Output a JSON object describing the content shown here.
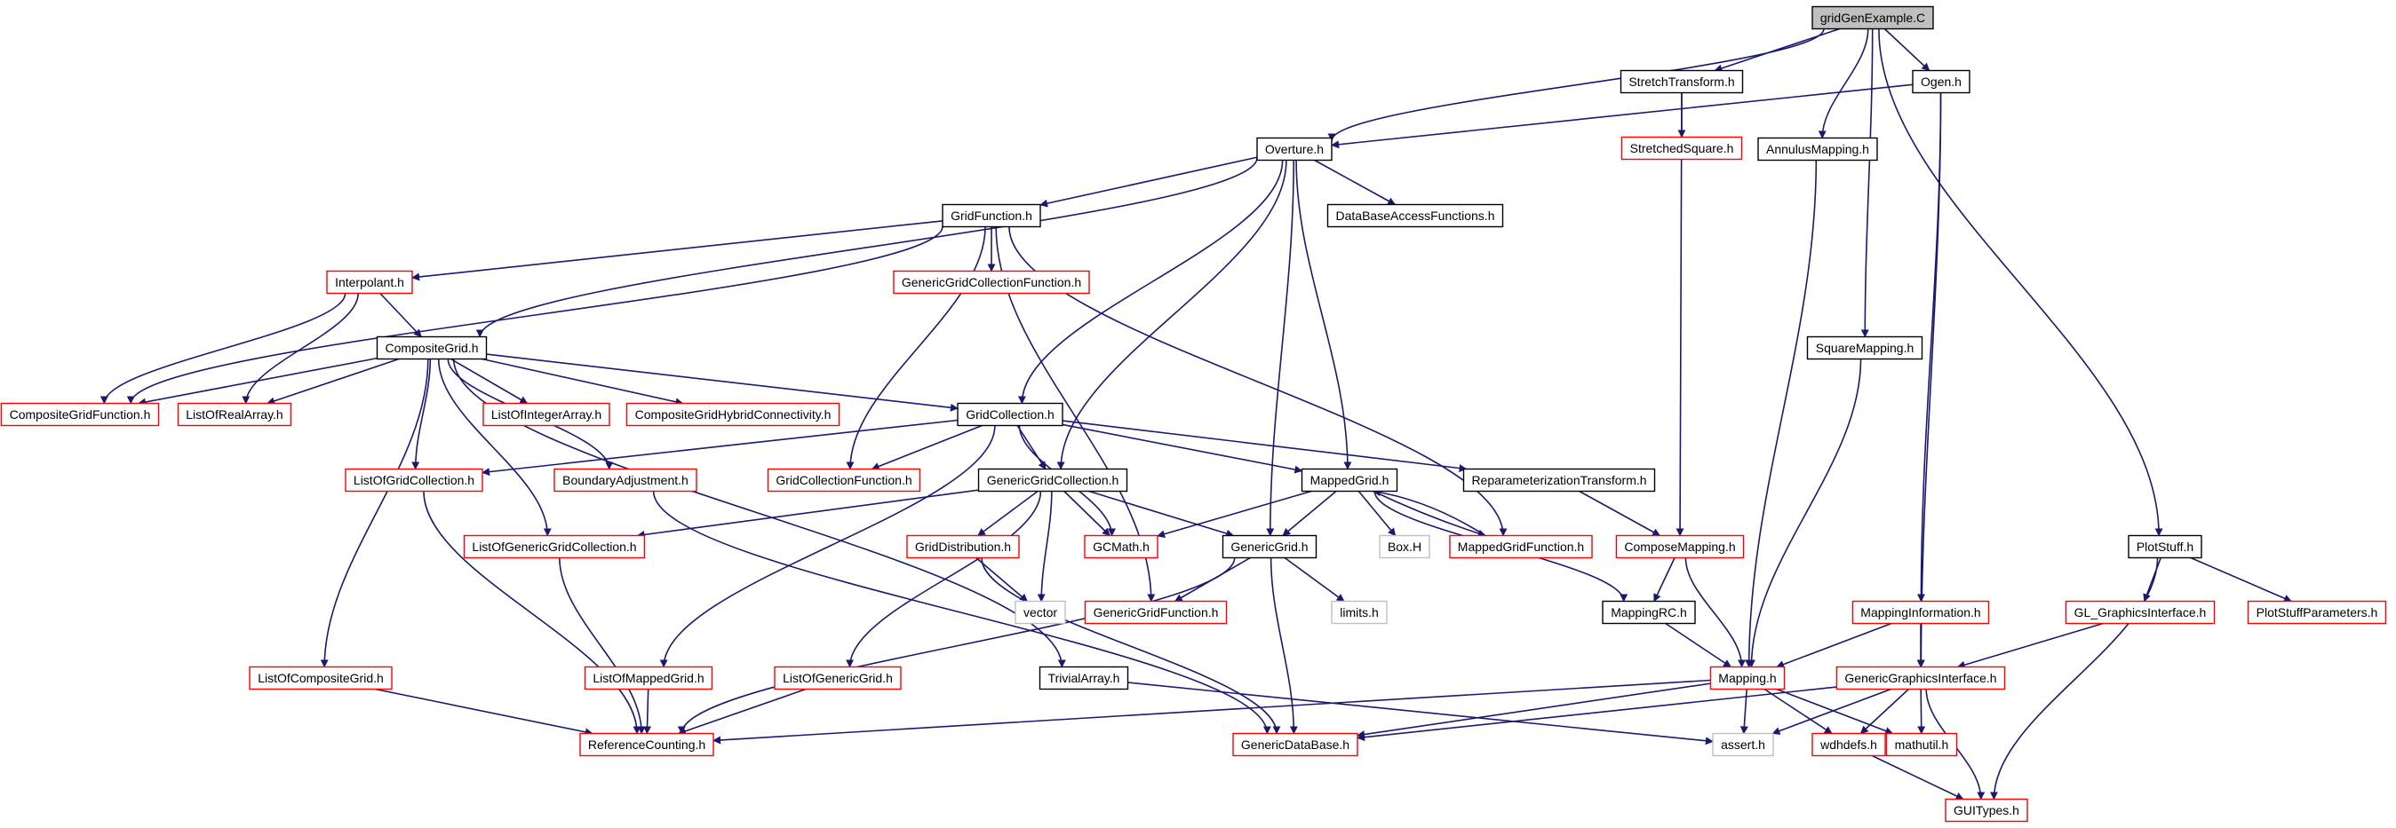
{
  "graph": {
    "colors": {
      "edge": "#191970",
      "root_fill": "#bfbfbf",
      "documented_border": "#000000",
      "undocumented_border": "#ff0000",
      "external_border": "#bfbfbf",
      "text": "#000000"
    },
    "nodes": [
      {
        "id": "gridGenExample",
        "label": "gridGenExample.C",
        "kind": "root"
      },
      {
        "id": "StretchTransform",
        "label": "StretchTransform.h",
        "kind": "documented"
      },
      {
        "id": "Ogen",
        "label": "Ogen.h",
        "kind": "documented"
      },
      {
        "id": "StretchedSquare",
        "label": "StretchedSquare.h",
        "kind": "undocumented"
      },
      {
        "id": "Overture",
        "label": "Overture.h",
        "kind": "documented"
      },
      {
        "id": "AnnulusMapping",
        "label": "AnnulusMapping.h",
        "kind": "documented"
      },
      {
        "id": "GridFunction",
        "label": "GridFunction.h",
        "kind": "documented"
      },
      {
        "id": "DataBaseAccessFunctions",
        "label": "DataBaseAccessFunctions.h",
        "kind": "documented"
      },
      {
        "id": "Interpolant",
        "label": "Interpolant.h",
        "kind": "undocumented"
      },
      {
        "id": "GenericGridCollectionFunction",
        "label": "GenericGridCollectionFunction.h",
        "kind": "undocumented"
      },
      {
        "id": "CompositeGrid",
        "label": "CompositeGrid.h",
        "kind": "documented"
      },
      {
        "id": "SquareMapping",
        "label": "SquareMapping.h",
        "kind": "documented"
      },
      {
        "id": "CompositeGridFunction",
        "label": "CompositeGridFunction.h",
        "kind": "undocumented"
      },
      {
        "id": "ListOfRealArray",
        "label": "ListOfRealArray.h",
        "kind": "undocumented"
      },
      {
        "id": "ListOfIntegerArray",
        "label": "ListOfIntegerArray.h",
        "kind": "undocumented"
      },
      {
        "id": "CompositeGridHybridConnectivity",
        "label": "CompositeGridHybridConnectivity.h",
        "kind": "undocumented"
      },
      {
        "id": "GridCollection",
        "label": "GridCollection.h",
        "kind": "documented"
      },
      {
        "id": "ListOfGridCollection",
        "label": "ListOfGridCollection.h",
        "kind": "undocumented"
      },
      {
        "id": "BoundaryAdjustment",
        "label": "BoundaryAdjustment.h",
        "kind": "undocumented"
      },
      {
        "id": "GridCollectionFunction",
        "label": "GridCollectionFunction.h",
        "kind": "undocumented"
      },
      {
        "id": "GenericGridCollection",
        "label": "GenericGridCollection.h",
        "kind": "documented"
      },
      {
        "id": "MappedGrid",
        "label": "MappedGrid.h",
        "kind": "documented"
      },
      {
        "id": "ReparameterizationTransform",
        "label": "ReparameterizationTransform.h",
        "kind": "documented"
      },
      {
        "id": "ListOfGenericGridCollection",
        "label": "ListOfGenericGridCollection.h",
        "kind": "undocumented"
      },
      {
        "id": "GridDistribution",
        "label": "GridDistribution.h",
        "kind": "undocumented"
      },
      {
        "id": "GCMath",
        "label": "GCMath.h",
        "kind": "undocumented"
      },
      {
        "id": "GenericGrid",
        "label": "GenericGrid.h",
        "kind": "documented"
      },
      {
        "id": "BoxH",
        "label": "Box.H",
        "kind": "external"
      },
      {
        "id": "MappedGridFunction",
        "label": "MappedGridFunction.h",
        "kind": "undocumented"
      },
      {
        "id": "ComposeMapping",
        "label": "ComposeMapping.h",
        "kind": "undocumented"
      },
      {
        "id": "PlotStuff",
        "label": "PlotStuff.h",
        "kind": "documented"
      },
      {
        "id": "vector",
        "label": "vector",
        "kind": "external"
      },
      {
        "id": "GenericGridFunction",
        "label": "GenericGridFunction.h",
        "kind": "undocumented"
      },
      {
        "id": "limits",
        "label": "limits.h",
        "kind": "external"
      },
      {
        "id": "MappingRC",
        "label": "MappingRC.h",
        "kind": "documented"
      },
      {
        "id": "MappingInformation",
        "label": "MappingInformation.h",
        "kind": "undocumented"
      },
      {
        "id": "GLGraphicsInterface",
        "label": "GL_GraphicsInterface.h",
        "kind": "undocumented"
      },
      {
        "id": "PlotStuffParameters",
        "label": "PlotStuffParameters.h",
        "kind": "undocumented"
      },
      {
        "id": "ListOfCompositeGrid",
        "label": "ListOfCompositeGrid.h",
        "kind": "undocumented"
      },
      {
        "id": "ListOfMappedGrid",
        "label": "ListOfMappedGrid.h",
        "kind": "undocumented"
      },
      {
        "id": "ListOfGenericGrid",
        "label": "ListOfGenericGrid.h",
        "kind": "undocumented"
      },
      {
        "id": "TrivialArray",
        "label": "TrivialArray.h",
        "kind": "documented"
      },
      {
        "id": "Mapping",
        "label": "Mapping.h",
        "kind": "undocumented"
      },
      {
        "id": "GenericGraphicsInterface",
        "label": "GenericGraphicsInterface.h",
        "kind": "undocumented"
      },
      {
        "id": "ReferenceCounting",
        "label": "ReferenceCounting.h",
        "kind": "undocumented"
      },
      {
        "id": "GenericDataBase",
        "label": "GenericDataBase.h",
        "kind": "undocumented"
      },
      {
        "id": "assert",
        "label": "assert.h",
        "kind": "external"
      },
      {
        "id": "wdhdefs",
        "label": "wdhdefs.h",
        "kind": "undocumented"
      },
      {
        "id": "mathutil",
        "label": "mathutil.h",
        "kind": "undocumented"
      },
      {
        "id": "GUITypes",
        "label": "GUITypes.h",
        "kind": "undocumented"
      }
    ],
    "edges": [
      [
        "gridGenExample",
        "StretchTransform"
      ],
      [
        "gridGenExample",
        "Ogen"
      ],
      [
        "gridGenExample",
        "Overture"
      ],
      [
        "gridGenExample",
        "AnnulusMapping"
      ],
      [
        "gridGenExample",
        "SquareMapping"
      ],
      [
        "gridGenExample",
        "PlotStuff"
      ],
      [
        "StretchTransform",
        "StretchedSquare"
      ],
      [
        "StretchTransform",
        "ComposeMapping"
      ],
      [
        "Ogen",
        "Overture"
      ],
      [
        "Ogen",
        "MappingInformation"
      ],
      [
        "Ogen",
        "GenericGraphicsInterface"
      ],
      [
        "Overture",
        "GridFunction"
      ],
      [
        "Overture",
        "DataBaseAccessFunctions"
      ],
      [
        "Overture",
        "CompositeGrid"
      ],
      [
        "Overture",
        "GridCollection"
      ],
      [
        "Overture",
        "GenericGridCollection"
      ],
      [
        "Overture",
        "MappedGrid"
      ],
      [
        "Overture",
        "GenericGrid"
      ],
      [
        "GridFunction",
        "Interpolant"
      ],
      [
        "GridFunction",
        "GenericGridCollectionFunction"
      ],
      [
        "GridFunction",
        "CompositeGridFunction"
      ],
      [
        "GridFunction",
        "GridCollectionFunction"
      ],
      [
        "GridFunction",
        "MappedGridFunction"
      ],
      [
        "GridFunction",
        "GenericGridFunction"
      ],
      [
        "Interpolant",
        "CompositeGrid"
      ],
      [
        "Interpolant",
        "CompositeGridFunction"
      ],
      [
        "Interpolant",
        "ListOfRealArray"
      ],
      [
        "CompositeGrid",
        "CompositeGridFunction"
      ],
      [
        "CompositeGrid",
        "ListOfRealArray"
      ],
      [
        "CompositeGrid",
        "ListOfIntegerArray"
      ],
      [
        "CompositeGrid",
        "CompositeGridHybridConnectivity"
      ],
      [
        "CompositeGrid",
        "GridCollection"
      ],
      [
        "CompositeGrid",
        "ListOfGridCollection"
      ],
      [
        "CompositeGrid",
        "BoundaryAdjustment"
      ],
      [
        "CompositeGrid",
        "ListOfGenericGridCollection"
      ],
      [
        "CompositeGrid",
        "ListOfCompositeGrid"
      ],
      [
        "CompositeGrid",
        "TrivialArray"
      ],
      [
        "GridCollection",
        "ListOfGridCollection"
      ],
      [
        "GridCollection",
        "GridCollectionFunction"
      ],
      [
        "GridCollection",
        "GenericGridCollection"
      ],
      [
        "GridCollection",
        "GCMath"
      ],
      [
        "GridCollection",
        "MappedGrid"
      ],
      [
        "GridCollection",
        "ReparameterizationTransform"
      ],
      [
        "GridCollection",
        "ListOfMappedGrid"
      ],
      [
        "GenericGridCollection",
        "ListOfGenericGridCollection"
      ],
      [
        "GenericGridCollection",
        "GridDistribution"
      ],
      [
        "GenericGridCollection",
        "GCMath"
      ],
      [
        "GenericGridCollection",
        "vector"
      ],
      [
        "GenericGridCollection",
        "GenericGrid"
      ],
      [
        "GenericGridCollection",
        "ListOfGenericGrid"
      ],
      [
        "MappedGrid",
        "GCMath"
      ],
      [
        "MappedGrid",
        "GenericGrid"
      ],
      [
        "MappedGrid",
        "BoxH"
      ],
      [
        "MappedGrid",
        "MappedGridFunction"
      ],
      [
        "MappedGrid",
        "MappingRC"
      ],
      [
        "MappedGridFunction",
        "MappedGrid"
      ],
      [
        "ReparameterizationTransform",
        "ComposeMapping"
      ],
      [
        "GridDistribution",
        "vector"
      ],
      [
        "GridDistribution",
        "GenericDataBase"
      ],
      [
        "GenericGrid",
        "GenericGridFunction"
      ],
      [
        "GenericGrid",
        "limits"
      ],
      [
        "GenericGrid",
        "GenericDataBase"
      ],
      [
        "GenericGrid",
        "ReferenceCounting"
      ],
      [
        "ComposeMapping",
        "MappingRC"
      ],
      [
        "ComposeMapping",
        "Mapping"
      ],
      [
        "MappingRC",
        "Mapping"
      ],
      [
        "AnnulusMapping",
        "Mapping"
      ],
      [
        "SquareMapping",
        "Mapping"
      ],
      [
        "MappingInformation",
        "Mapping"
      ],
      [
        "MappingInformation",
        "GenericGraphicsInterface"
      ],
      [
        "PlotStuff",
        "GLGraphicsInterface"
      ],
      [
        "PlotStuff",
        "PlotStuffParameters"
      ],
      [
        "PlotStuff",
        "GUITypes"
      ],
      [
        "GLGraphicsInterface",
        "GenericGraphicsInterface"
      ],
      [
        "ListOfGridCollection",
        "ReferenceCounting"
      ],
      [
        "ListOfGenericGridCollection",
        "ReferenceCounting"
      ],
      [
        "ListOfCompositeGrid",
        "ReferenceCounting"
      ],
      [
        "ListOfMappedGrid",
        "ReferenceCounting"
      ],
      [
        "ListOfGenericGrid",
        "ReferenceCounting"
      ],
      [
        "BoundaryAdjustment",
        "GenericDataBase"
      ],
      [
        "TrivialArray",
        "assert"
      ],
      [
        "Mapping",
        "ReferenceCounting"
      ],
      [
        "Mapping",
        "GenericDataBase"
      ],
      [
        "Mapping",
        "assert"
      ],
      [
        "Mapping",
        "wdhdefs"
      ],
      [
        "Mapping",
        "mathutil"
      ],
      [
        "GenericGraphicsInterface",
        "GenericDataBase"
      ],
      [
        "GenericGraphicsInterface",
        "assert"
      ],
      [
        "GenericGraphicsInterface",
        "wdhdefs"
      ],
      [
        "GenericGraphicsInterface",
        "mathutil"
      ],
      [
        "GenericGraphicsInterface",
        "GUITypes"
      ],
      [
        "wdhdefs",
        "GUITypes"
      ]
    ]
  }
}
